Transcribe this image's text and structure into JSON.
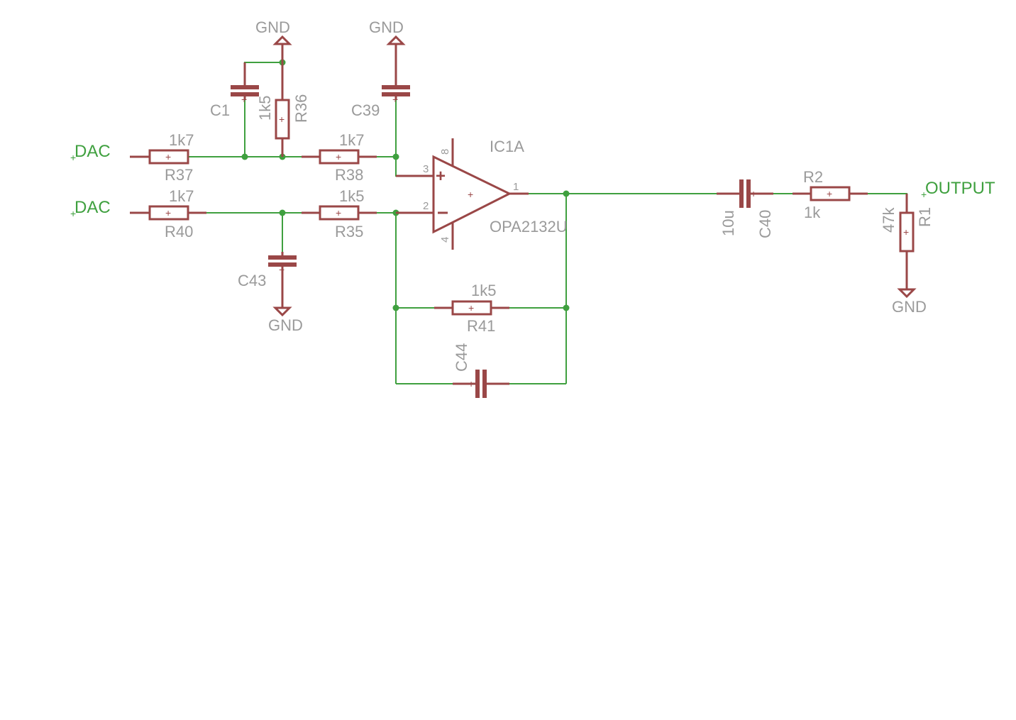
{
  "nets": {
    "dac_1": "DAC",
    "dac_2": "DAC",
    "output": "OUTPUT",
    "gnd_c1": "GND",
    "gnd_c39": "GND",
    "gnd_c43": "GND",
    "gnd_r1": "GND"
  },
  "components": {
    "r37": {
      "name": "R37",
      "value": "1k7"
    },
    "r38": {
      "name": "R38",
      "value": "1k7"
    },
    "r40": {
      "name": "R40",
      "value": "1k7"
    },
    "r35": {
      "name": "R35",
      "value": "1k5"
    },
    "r36": {
      "name": "R36",
      "value": "1k5"
    },
    "r41": {
      "name": "R41",
      "value": "1k5"
    },
    "r2": {
      "name": "R2",
      "value": "1k"
    },
    "r1": {
      "name": "R1",
      "value": "47k"
    },
    "c1": {
      "name": "C1"
    },
    "c39": {
      "name": "C39"
    },
    "c43": {
      "name": "C43"
    },
    "c44": {
      "name": "C44"
    },
    "c40": {
      "name": "C40",
      "value": "10u"
    },
    "ic1a": {
      "name": "IC1A",
      "value": "OPA2132U"
    }
  },
  "pins": {
    "p8": "8",
    "p3": "3",
    "p2": "2",
    "p4": "4",
    "p1": "1"
  }
}
